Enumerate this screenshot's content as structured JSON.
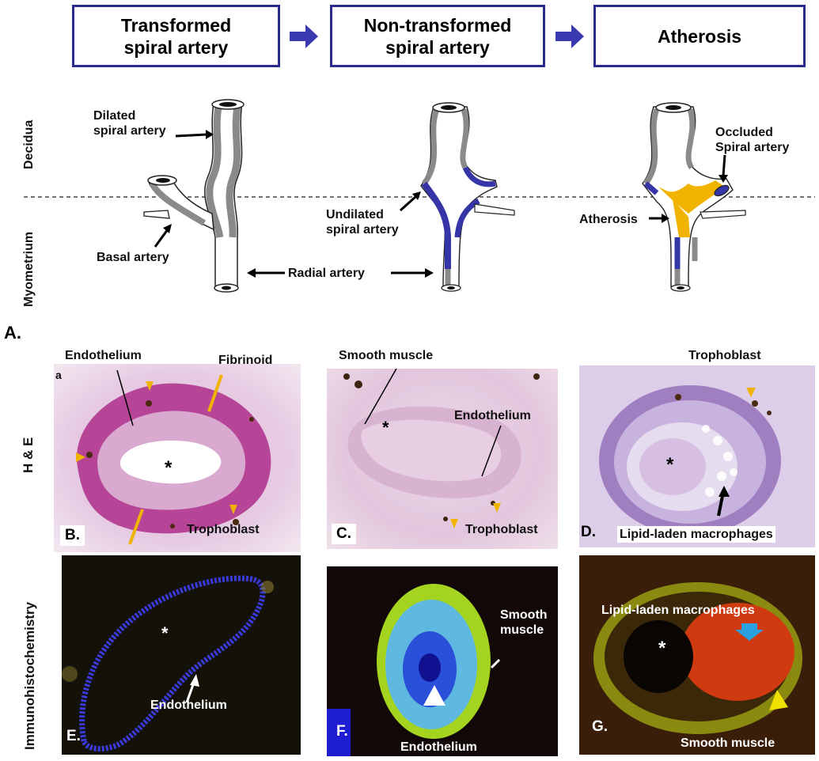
{
  "stages": [
    "Transformed\nspiral artery",
    "Non-transformed\nspiral artery",
    "Atherosis"
  ],
  "layers": {
    "decidua": "Decidua",
    "myometrium": "Myometrium"
  },
  "diagram_labels": {
    "dilated": "Dilated\nspiral artery",
    "basal": "Basal artery",
    "radial": "Radial artery",
    "undilated": "Undilated\nspiral artery",
    "occluded": "Occluded\nSpiral artery",
    "atherosis": "Atherosis"
  },
  "section_label": "A.",
  "row_labels": {
    "he": "H & E",
    "ihc": "Immunohistochemistry"
  },
  "panel_b": {
    "letter": "B.",
    "endothelium": "Endothelium",
    "fibrinoid": "Fibrinoid",
    "trophoblast": "Trophoblast",
    "lumen": "*",
    "corner": "a"
  },
  "panel_c": {
    "letter": "C.",
    "smooth_muscle": "Smooth muscle",
    "endothelium": "Endothelium",
    "trophoblast": "Trophoblast",
    "lumen": "*"
  },
  "panel_d": {
    "letter": "D.",
    "trophoblast": "Trophoblast",
    "macrophages": "Lipid-laden macrophages",
    "lumen": "*"
  },
  "panel_e": {
    "letter": "E.",
    "endothelium": "Endothelium",
    "lumen": "*"
  },
  "panel_f": {
    "letter": "F.",
    "smooth_muscle": "Smooth\nmuscle",
    "endothelium": "Endothelium"
  },
  "panel_g": {
    "letter": "G.",
    "macrophages": "Lipid-laden macrophages",
    "smooth_muscle": "Smooth muscle",
    "lumen": "*"
  },
  "colors": {
    "box_border": "#2b2b8f",
    "arrow": "#3a3ab0",
    "vessel_wall": "#8a8a8a",
    "blue_wall": "#3535a8",
    "atherosis": "#f0b400"
  }
}
